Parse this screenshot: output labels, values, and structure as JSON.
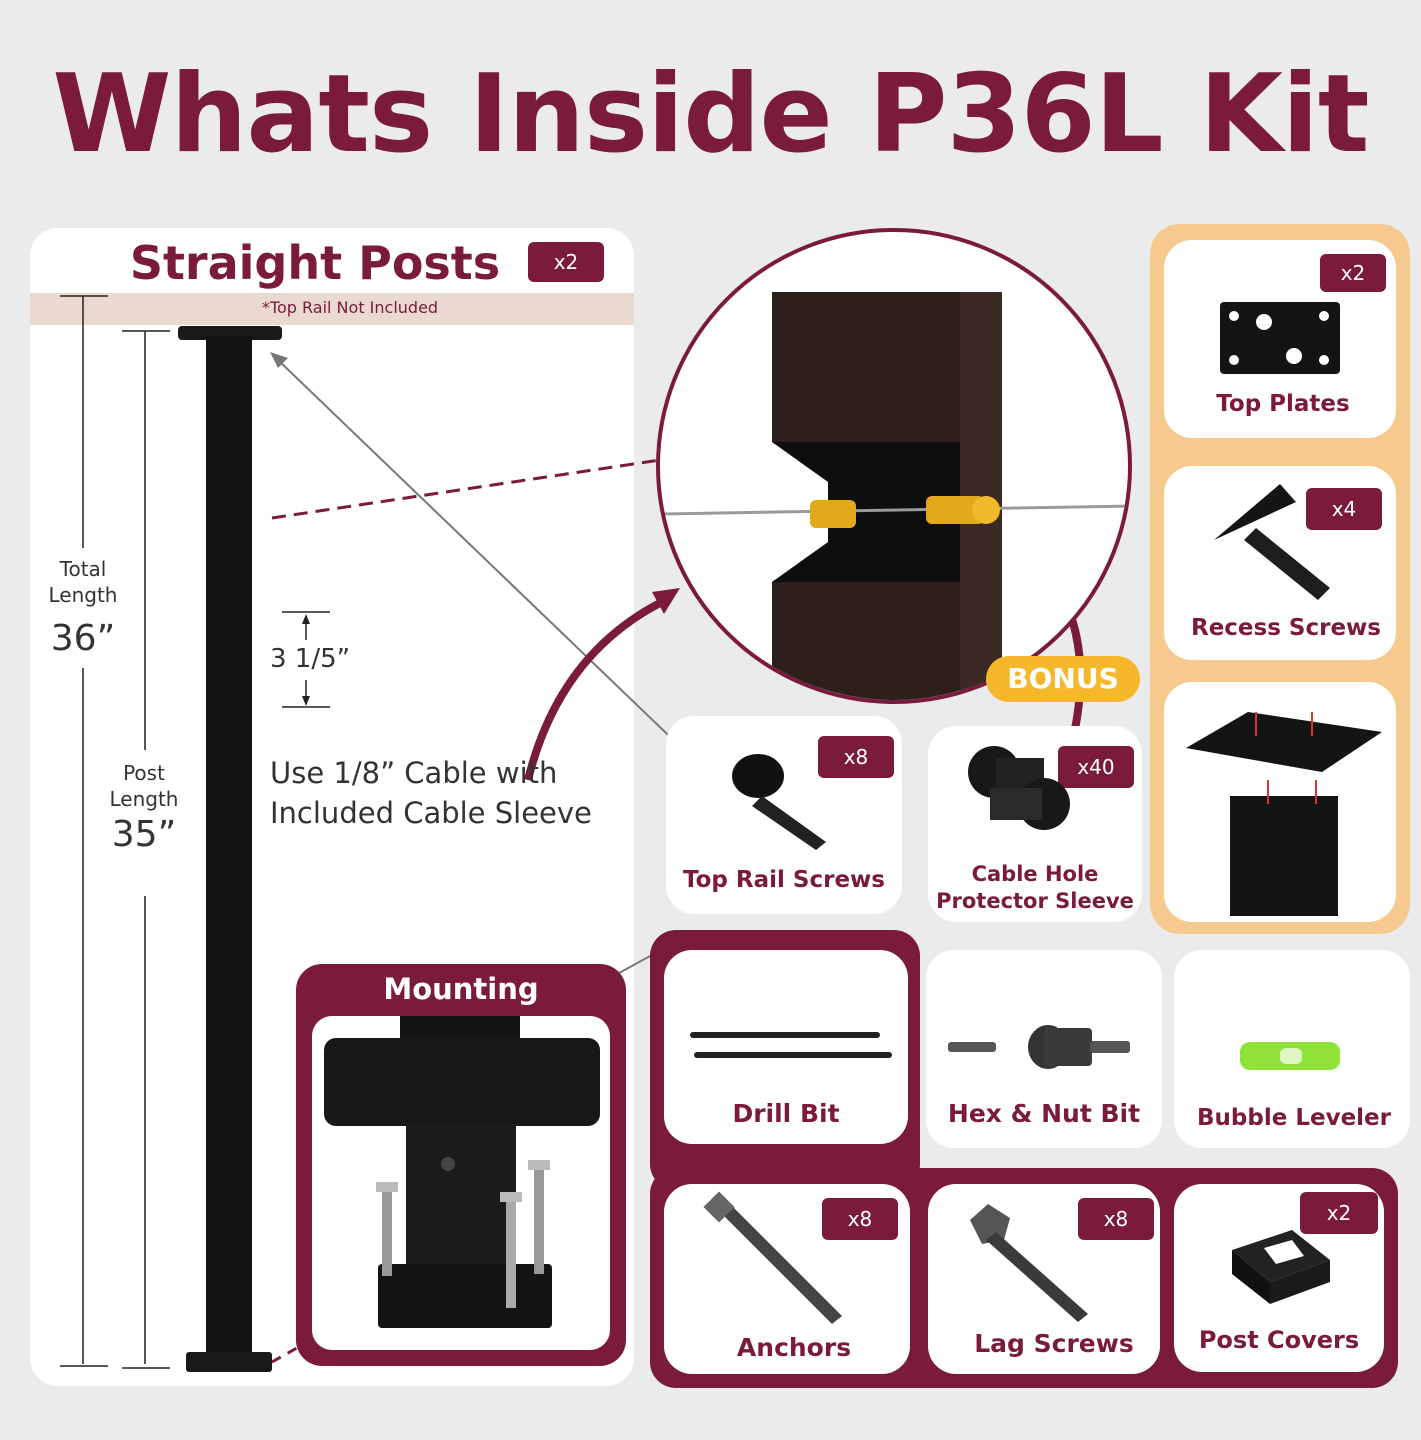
{
  "title": "Whats Inside P36L Kit",
  "colors": {
    "brand": "#7a1a3c",
    "accent_orange": "#f6c98f",
    "bonus_yellow": "#f5b82a",
    "background": "#ebebee"
  },
  "posts_card": {
    "heading": "Straight Posts",
    "qty": "x2",
    "note": "*Top Rail Not Included",
    "total_length_label": "Total\nLength",
    "total_length_value": "36”",
    "post_length_label": "Post\nLength",
    "post_length_value": "35”",
    "hole_spacing": "3 1/5”",
    "cable_note_line1": "Use 1/8” Cable with",
    "cable_note_line2": "Included Cable Sleeve",
    "mounting_label": "Mounting"
  },
  "bonus_label": "BONUS",
  "items": {
    "top_plates": {
      "label": "Top Plates",
      "qty": "x2"
    },
    "recess_screws": {
      "label": "Recess Screws",
      "qty": "x4"
    },
    "top_rail_screws": {
      "label": "Top Rail Screws",
      "qty": "x8"
    },
    "cable_sleeve": {
      "label_line1": "Cable Hole",
      "label_line2": "Protector Sleeve",
      "qty": "x40"
    },
    "drill_bit": {
      "label": "Drill Bit"
    },
    "hex_nut_bit": {
      "label": "Hex & Nut Bit"
    },
    "bubble_leveler": {
      "label": "Bubble Leveler"
    },
    "anchors": {
      "label": "Anchors",
      "qty": "x8"
    },
    "lag_screws": {
      "label": "Lag Screws",
      "qty": "x8"
    },
    "post_covers": {
      "label": "Post Covers",
      "qty": "x2"
    }
  }
}
